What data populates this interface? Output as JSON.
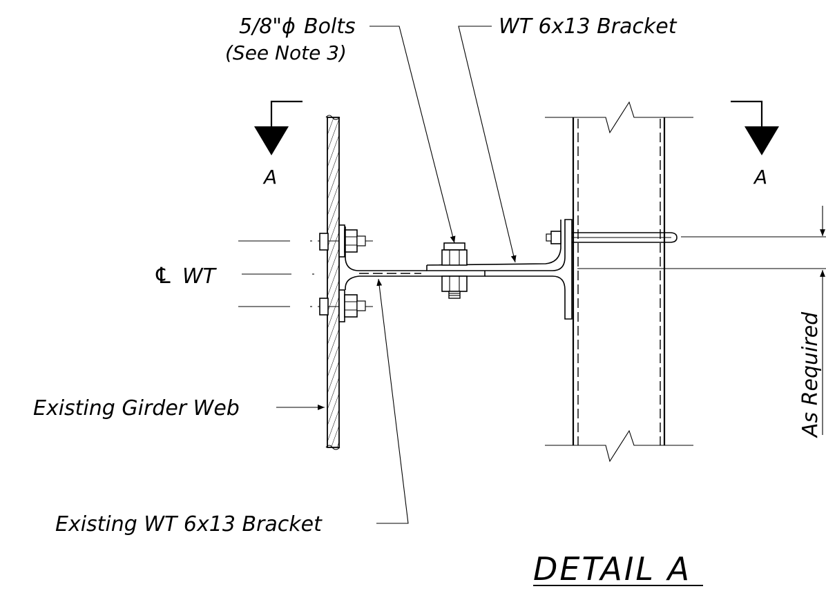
{
  "labels": {
    "bolts_fraction": "5/8\"",
    "bolts_phi": "ϕ",
    "bolts": "Bolts",
    "see_note": "(See Note 3)",
    "wt_bracket": "WT 6x13 Bracket",
    "section_left": "A",
    "section_right": "A",
    "centerline_sym": "℄",
    "centerline_wt": "WT",
    "girder_web": "Existing Girder Web",
    "existing_bracket": "Existing WT 6x13 Bracket",
    "as_required": "As Required",
    "detail_title": "DETAIL A"
  }
}
